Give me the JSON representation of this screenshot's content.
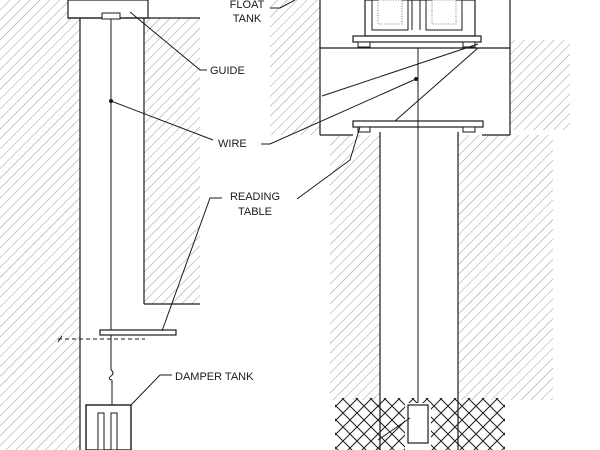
{
  "labels": {
    "float_tank": [
      "FLOAT",
      "TANK"
    ],
    "guide": "GUIDE",
    "wire": "WIRE",
    "reading_table": [
      "READING",
      "TABLE"
    ],
    "damper_tank": "DAMPER TANK"
  },
  "colors": {
    "line": "#1a1a1a",
    "hatch": "#9a9a9a",
    "background": "#ffffff"
  }
}
